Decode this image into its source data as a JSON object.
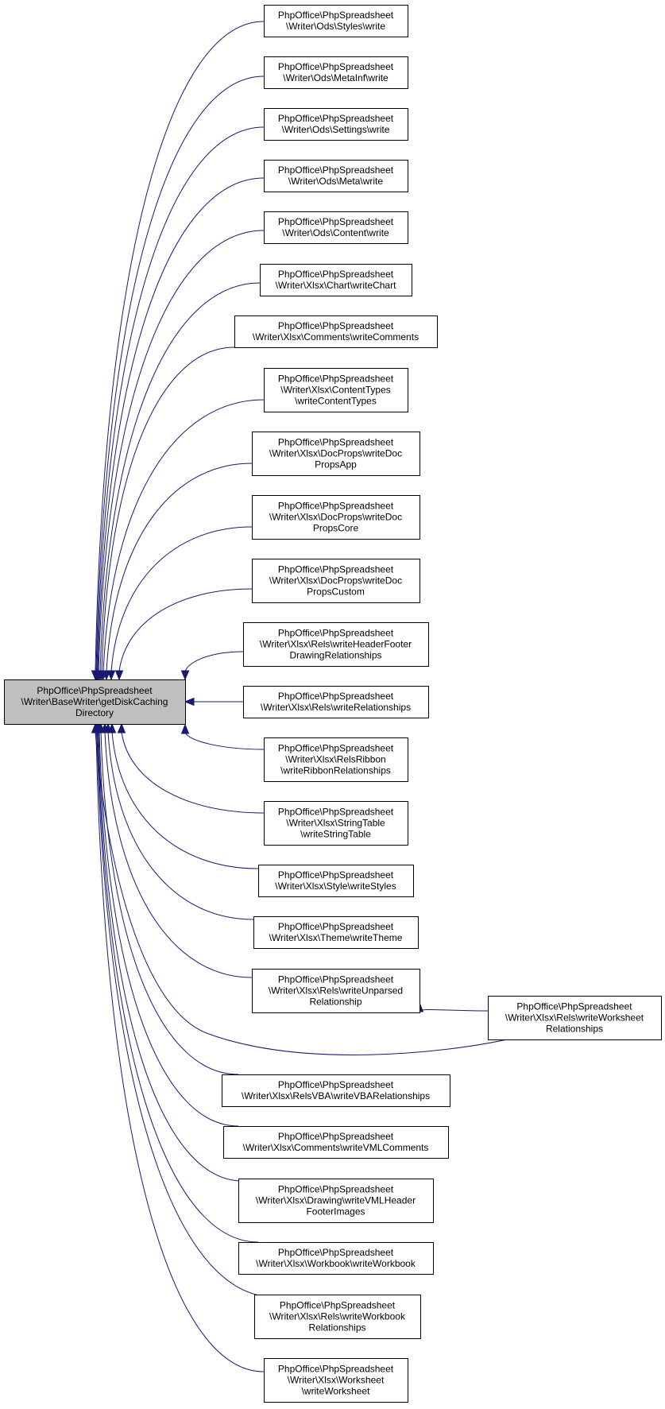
{
  "diagram": {
    "focus": {
      "id": "focus",
      "lines": [
        "PhpOffice\\PhpSpreadsheet",
        "\\Writer\\BaseWriter\\getDiskCaching",
        "Directory"
      ]
    },
    "callers": [
      {
        "id": "ods-styles",
        "lines": [
          "PhpOffice\\PhpSpreadsheet",
          "\\Writer\\Ods\\Styles\\write"
        ]
      },
      {
        "id": "ods-metainf",
        "lines": [
          "PhpOffice\\PhpSpreadsheet",
          "\\Writer\\Ods\\MetaInf\\write"
        ]
      },
      {
        "id": "ods-settings",
        "lines": [
          "PhpOffice\\PhpSpreadsheet",
          "\\Writer\\Ods\\Settings\\write"
        ]
      },
      {
        "id": "ods-meta",
        "lines": [
          "PhpOffice\\PhpSpreadsheet",
          "\\Writer\\Ods\\Meta\\write"
        ]
      },
      {
        "id": "ods-content",
        "lines": [
          "PhpOffice\\PhpSpreadsheet",
          "\\Writer\\Ods\\Content\\write"
        ]
      },
      {
        "id": "xlsx-chart",
        "lines": [
          "PhpOffice\\PhpSpreadsheet",
          "\\Writer\\Xlsx\\Chart\\writeChart"
        ]
      },
      {
        "id": "xlsx-comments",
        "lines": [
          "PhpOffice\\PhpSpreadsheet",
          "\\Writer\\Xlsx\\Comments\\writeComments"
        ]
      },
      {
        "id": "xlsx-contenttypes",
        "lines": [
          "PhpOffice\\PhpSpreadsheet",
          "\\Writer\\Xlsx\\ContentTypes",
          "\\writeContentTypes"
        ]
      },
      {
        "id": "xlsx-docprops-app",
        "lines": [
          "PhpOffice\\PhpSpreadsheet",
          "\\Writer\\Xlsx\\DocProps\\writeDoc",
          "PropsApp"
        ]
      },
      {
        "id": "xlsx-docprops-core",
        "lines": [
          "PhpOffice\\PhpSpreadsheet",
          "\\Writer\\Xlsx\\DocProps\\writeDoc",
          "PropsCore"
        ]
      },
      {
        "id": "xlsx-docprops-custom",
        "lines": [
          "PhpOffice\\PhpSpreadsheet",
          "\\Writer\\Xlsx\\DocProps\\writeDoc",
          "PropsCustom"
        ]
      },
      {
        "id": "xlsx-rels-headerfooter",
        "lines": [
          "PhpOffice\\PhpSpreadsheet",
          "\\Writer\\Xlsx\\Rels\\writeHeaderFooter",
          "DrawingRelationships"
        ]
      },
      {
        "id": "xlsx-rels-relationships",
        "lines": [
          "PhpOffice\\PhpSpreadsheet",
          "\\Writer\\Xlsx\\Rels\\writeRelationships"
        ]
      },
      {
        "id": "xlsx-relsribbon",
        "lines": [
          "PhpOffice\\PhpSpreadsheet",
          "\\Writer\\Xlsx\\RelsRibbon",
          "\\writeRibbonRelationships"
        ]
      },
      {
        "id": "xlsx-stringtable",
        "lines": [
          "PhpOffice\\PhpSpreadsheet",
          "\\Writer\\Xlsx\\StringTable",
          "\\writeStringTable"
        ]
      },
      {
        "id": "xlsx-style",
        "lines": [
          "PhpOffice\\PhpSpreadsheet",
          "\\Writer\\Xlsx\\Style\\writeStyles"
        ]
      },
      {
        "id": "xlsx-theme",
        "lines": [
          "PhpOffice\\PhpSpreadsheet",
          "\\Writer\\Xlsx\\Theme\\writeTheme"
        ]
      },
      {
        "id": "xlsx-rels-unparsed",
        "lines": [
          "PhpOffice\\PhpSpreadsheet",
          "\\Writer\\Xlsx\\Rels\\writeUnparsed",
          "Relationship"
        ]
      },
      {
        "id": "xlsx-rels-worksheet",
        "lines": [
          "PhpOffice\\PhpSpreadsheet",
          "\\Writer\\Xlsx\\Rels\\writeWorksheet",
          "Relationships"
        ]
      },
      {
        "id": "xlsx-relsvba",
        "lines": [
          "PhpOffice\\PhpSpreadsheet",
          "\\Writer\\Xlsx\\RelsVBA\\writeVBARelationships"
        ]
      },
      {
        "id": "xlsx-comments-vml",
        "lines": [
          "PhpOffice\\PhpSpreadsheet",
          "\\Writer\\Xlsx\\Comments\\writeVMLComments"
        ]
      },
      {
        "id": "xlsx-drawing-vml",
        "lines": [
          "PhpOffice\\PhpSpreadsheet",
          "\\Writer\\Xlsx\\Drawing\\writeVMLHeader",
          "FooterImages"
        ]
      },
      {
        "id": "xlsx-workbook",
        "lines": [
          "PhpOffice\\PhpSpreadsheet",
          "\\Writer\\Xlsx\\Workbook\\writeWorkbook"
        ]
      },
      {
        "id": "xlsx-rels-workbook",
        "lines": [
          "PhpOffice\\PhpSpreadsheet",
          "\\Writer\\Xlsx\\Rels\\writeWorkbook",
          "Relationships"
        ]
      },
      {
        "id": "xlsx-worksheet",
        "lines": [
          "PhpOffice\\PhpSpreadsheet",
          "\\Writer\\Xlsx\\Worksheet",
          "\\writeWorksheet"
        ]
      }
    ],
    "edges": [
      {
        "from": "ods-styles",
        "to": "focus"
      },
      {
        "from": "ods-metainf",
        "to": "focus"
      },
      {
        "from": "ods-settings",
        "to": "focus"
      },
      {
        "from": "ods-meta",
        "to": "focus"
      },
      {
        "from": "ods-content",
        "to": "focus"
      },
      {
        "from": "xlsx-chart",
        "to": "focus"
      },
      {
        "from": "xlsx-comments",
        "to": "focus"
      },
      {
        "from": "xlsx-contenttypes",
        "to": "focus"
      },
      {
        "from": "xlsx-docprops-app",
        "to": "focus"
      },
      {
        "from": "xlsx-docprops-core",
        "to": "focus"
      },
      {
        "from": "xlsx-docprops-custom",
        "to": "focus"
      },
      {
        "from": "xlsx-rels-headerfooter",
        "to": "focus"
      },
      {
        "from": "xlsx-rels-relationships",
        "to": "focus"
      },
      {
        "from": "xlsx-relsribbon",
        "to": "focus"
      },
      {
        "from": "xlsx-stringtable",
        "to": "focus"
      },
      {
        "from": "xlsx-style",
        "to": "focus"
      },
      {
        "from": "xlsx-theme",
        "to": "focus"
      },
      {
        "from": "xlsx-rels-unparsed",
        "to": "focus"
      },
      {
        "from": "xlsx-rels-worksheet",
        "to": "xlsx-rels-unparsed"
      },
      {
        "from": "xlsx-rels-worksheet",
        "to": "focus"
      },
      {
        "from": "xlsx-relsvba",
        "to": "focus"
      },
      {
        "from": "xlsx-comments-vml",
        "to": "focus"
      },
      {
        "from": "xlsx-drawing-vml",
        "to": "focus"
      },
      {
        "from": "xlsx-workbook",
        "to": "focus"
      },
      {
        "from": "xlsx-rels-workbook",
        "to": "focus"
      },
      {
        "from": "xlsx-worksheet",
        "to": "focus"
      }
    ],
    "colors": {
      "edge": "#191970",
      "focus_fill": "#bfbfbf",
      "node_fill": "#ffffff",
      "node_stroke": "#000000"
    }
  }
}
